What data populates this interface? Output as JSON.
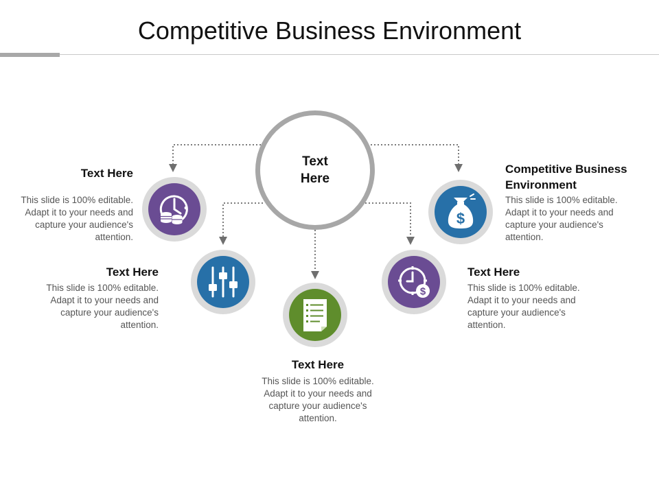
{
  "slide": {
    "title": "Competitive Business Environment",
    "hub_label": "Text\nHere"
  },
  "colors": {
    "purple": "#6a4c93",
    "blue": "#2770a8",
    "green": "#5f8d2c",
    "ring": "#dadada",
    "hub_border": "#a7a7a7",
    "connector": "#7a7a7a"
  },
  "nodes": [
    {
      "id": "top-left",
      "heading": "Text Here",
      "description": "This slide is 100% editable. Adapt it to your needs and capture your audience's attention.",
      "icon": "clock-coins-icon",
      "color": "purple"
    },
    {
      "id": "mid-left",
      "heading": "Text Here",
      "description": "This slide is 100% editable. Adapt it to your needs and capture your audience's attention.",
      "icon": "sliders-icon",
      "color": "blue"
    },
    {
      "id": "bottom",
      "heading": "Text Here",
      "description": "This slide is 100% editable. Adapt it to your needs and capture your audience's attention.",
      "icon": "document-list-icon",
      "color": "green"
    },
    {
      "id": "mid-right",
      "heading": "Text Here",
      "description": "This slide is 100% editable. Adapt it to your needs and capture your audience's attention.",
      "icon": "clock-dollar-icon",
      "color": "purple"
    },
    {
      "id": "top-right",
      "heading": "Competitive Business Environment",
      "description": "This slide is 100% editable. Adapt it to your needs and capture your audience's attention.",
      "icon": "money-bag-icon",
      "color": "blue"
    }
  ]
}
